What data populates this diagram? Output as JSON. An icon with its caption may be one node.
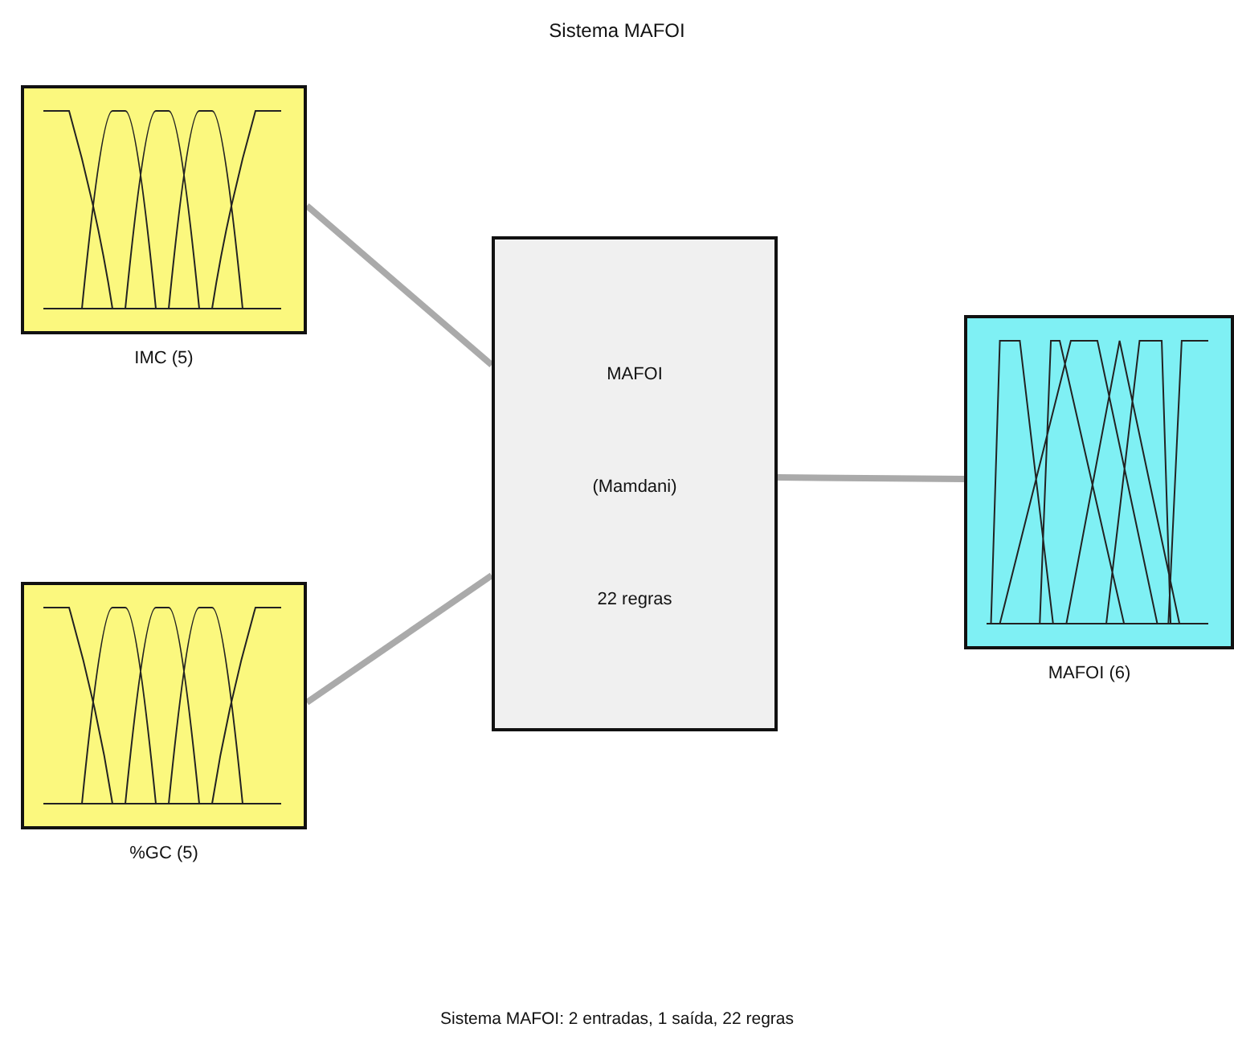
{
  "diagram": {
    "title": "Sistema MAFOI",
    "nodes": [
      {
        "text": [
          "IMC (5)"
        ]
      },
      {
        "text": [
          "%GC (5)"
        ]
      },
      {
        "text": [
          "MAFOI",
          "(Mamdani)",
          "22 regras"
        ]
      },
      {
        "text": [
          "MAFOI (6)"
        ]
      }
    ],
    "edges": [
      {
        "from": 0,
        "to": 2,
        "arrow": "none"
      },
      {
        "from": 1,
        "to": 2,
        "arrow": "none"
      },
      {
        "from": 2,
        "to": 3,
        "arrow": "none"
      }
    ],
    "caption": "Sistema MAFOI: 2 entradas, 1 saída, 22 regras"
  }
}
